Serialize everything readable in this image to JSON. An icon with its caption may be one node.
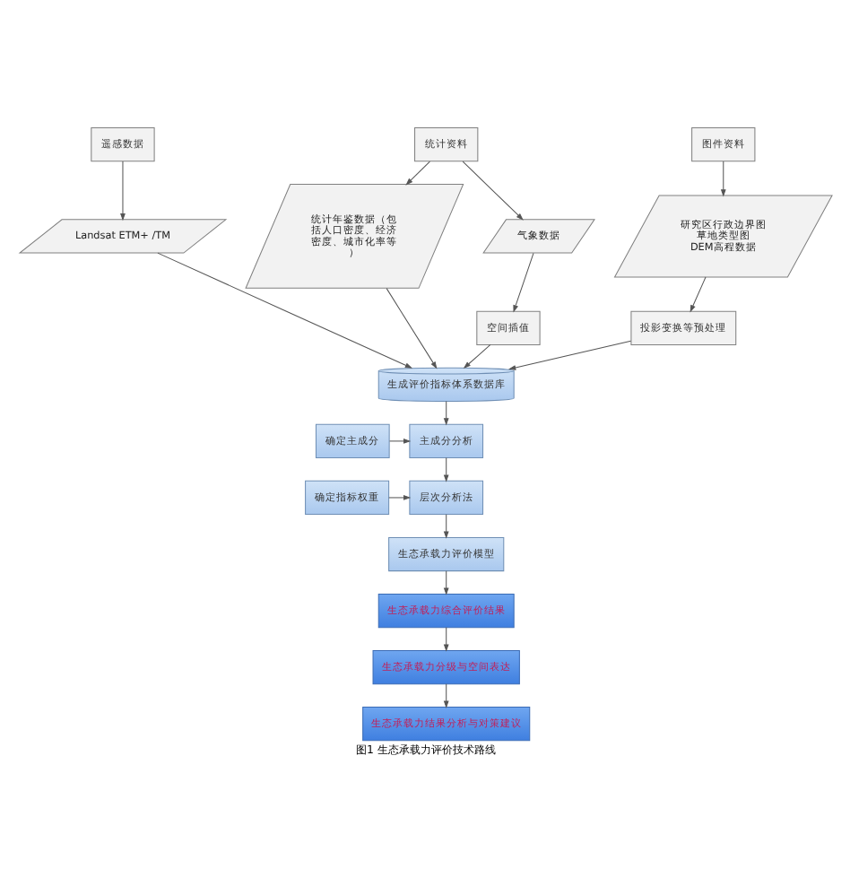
{
  "diagram": {
    "caption": "图1 生态承载力评价技术路线",
    "nodes": [
      {
        "text": [
          "遥感数据"
        ]
      },
      {
        "text": [
          "图件资料"
        ]
      },
      {
        "text": [
          "统计资料"
        ]
      },
      {
        "text": [
          "Landsat ETM+ /TM"
        ]
      },
      {
        "text": [
          "研究区行政边界图",
          "草地类型图",
          "DEM高程数据"
        ]
      },
      {
        "text": [
          "统计年鉴数据（包括人口密度、经济密度、城市化率等）"
        ]
      },
      {
        "text": [
          "气象数据"
        ]
      },
      {
        "text": [
          "投影变换等预处理"
        ]
      },
      {
        "text": [
          "空间插值"
        ]
      },
      {
        "text": [
          "生成评价指标体系数据库"
        ]
      },
      {
        "text": [
          "主成分分析"
        ]
      },
      {
        "text": [
          "确定主成分"
        ]
      },
      {
        "text": [
          "层次分析法"
        ]
      },
      {
        "text": [
          "确定指标权重"
        ]
      },
      {
        "text": [
          "生态承载力评价模型"
        ]
      },
      {
        "text": [
          "生态承载力综合评价结果"
        ]
      },
      {
        "text": [
          "生态承载力分级与空间表达"
        ]
      },
      {
        "text": [
          "生态承载力结果分析与对策建议"
        ]
      }
    ],
    "edges": [
      {
        "from": 0,
        "to": 3,
        "arrow": "to"
      },
      {
        "from": 1,
        "to": 4,
        "arrow": "to"
      },
      {
        "from": 2,
        "to": 5,
        "arrow": "to"
      },
      {
        "from": 2,
        "to": 6,
        "arrow": "to"
      },
      {
        "from": 4,
        "to": 7,
        "arrow": "to"
      },
      {
        "from": 6,
        "to": 8,
        "arrow": "to"
      },
      {
        "from": 3,
        "to": 9,
        "arrow": "to"
      },
      {
        "from": 7,
        "to": 9,
        "arrow": "to"
      },
      {
        "from": 5,
        "to": 9,
        "arrow": "to"
      },
      {
        "from": 8,
        "to": 9,
        "arrow": "to"
      },
      {
        "from": 9,
        "to": 10,
        "arrow": "to"
      },
      {
        "from": 11,
        "to": 10,
        "arrow": "to"
      },
      {
        "from": 10,
        "to": 12,
        "arrow": "to"
      },
      {
        "from": 13,
        "to": 12,
        "arrow": "to"
      },
      {
        "from": 12,
        "to": 14,
        "arrow": "to"
      },
      {
        "from": 14,
        "to": 15,
        "arrow": "to"
      },
      {
        "from": 15,
        "to": 16,
        "arrow": "to"
      },
      {
        "from": 16,
        "to": 17,
        "arrow": "to"
      }
    ]
  }
}
